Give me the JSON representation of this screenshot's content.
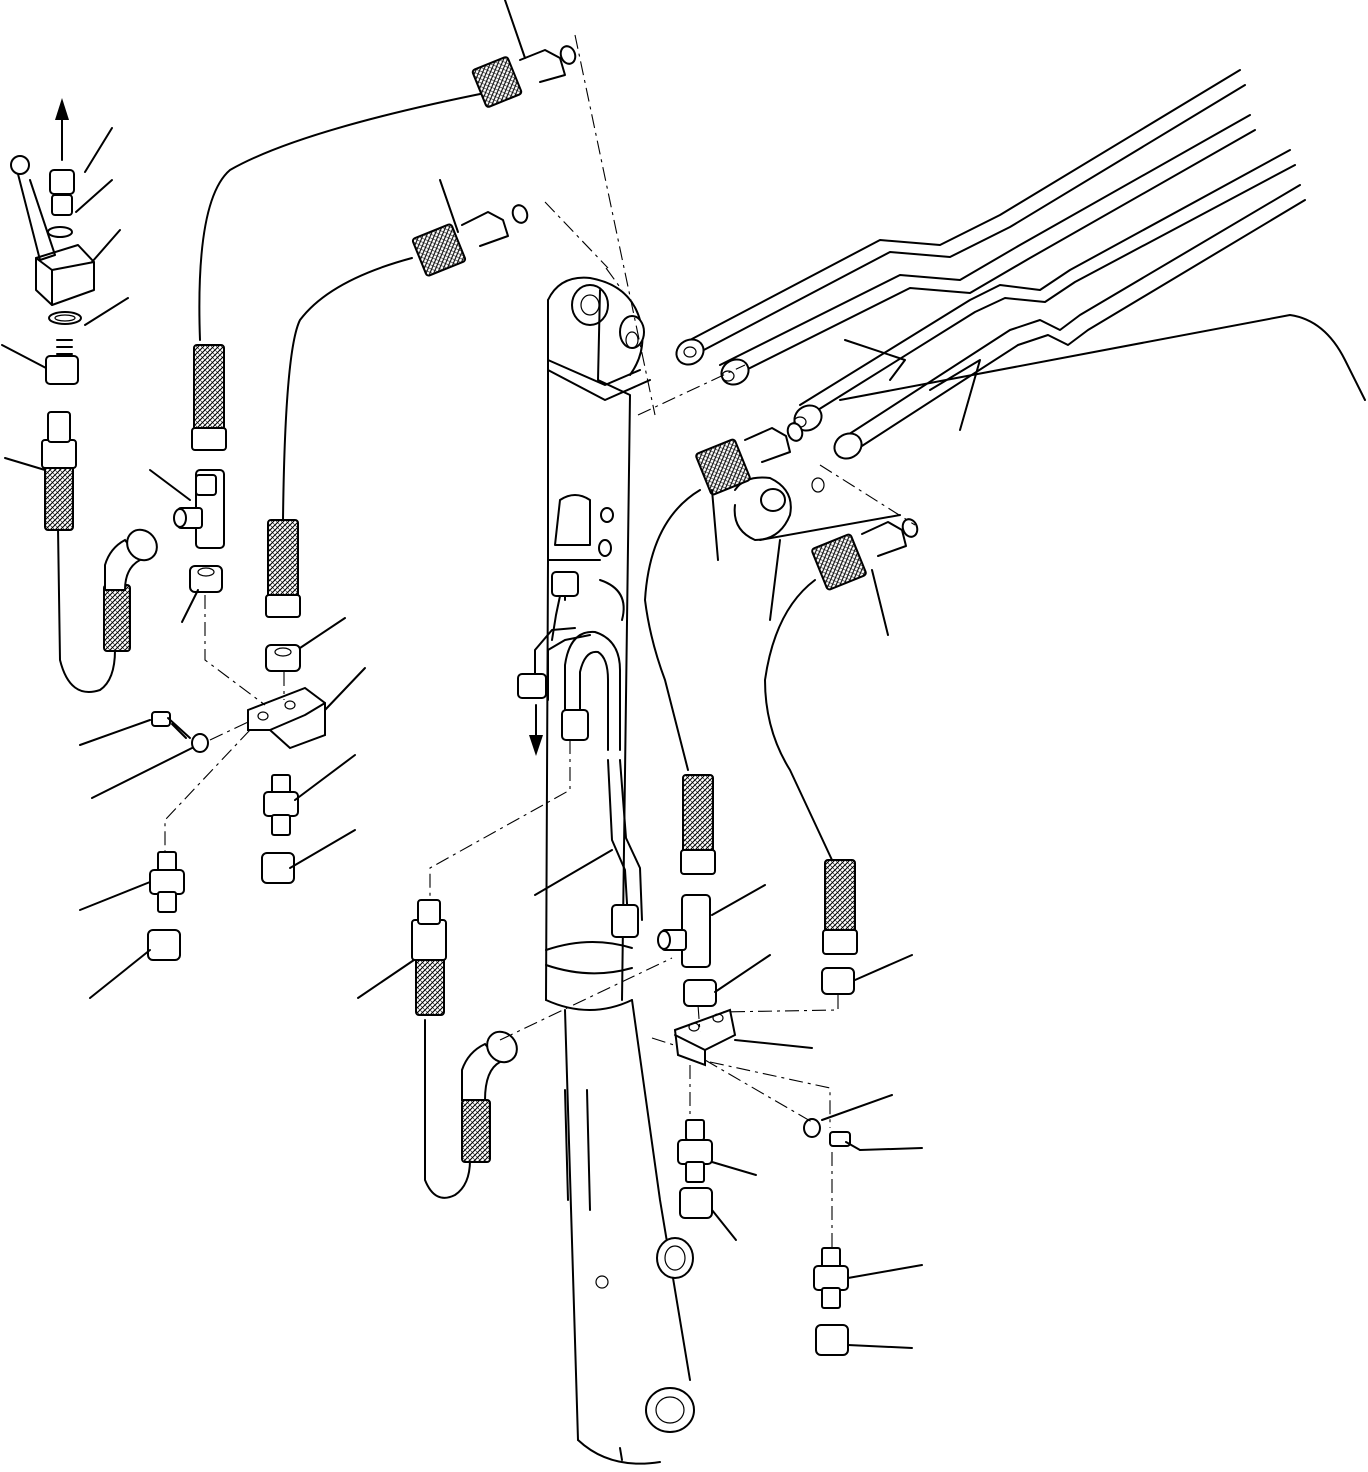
{
  "figure": {
    "kind": "exploded parts diagram",
    "description_visible_text": "",
    "line_color": "#000000",
    "background": "#ffffff",
    "callout_labels": []
  },
  "parts": {
    "boom_arm": "boom-arm",
    "hydraulic_tubes": "hydraulic-tubes",
    "control_valve": "hand-valve",
    "hoses": [
      "hose-1",
      "hose-2",
      "hose-3",
      "hose-4",
      "hose-5",
      "hose-6",
      "hose-7",
      "hose-8",
      "hose-9"
    ],
    "tees": [
      "tee-left",
      "tee-right"
    ],
    "brackets": [
      "bracket-left",
      "bracket-right"
    ],
    "fittings": [
      "nipple",
      "nut",
      "washer",
      "elbow",
      "bolt",
      "lock-washer"
    ],
    "direction_arrows": 2
  }
}
